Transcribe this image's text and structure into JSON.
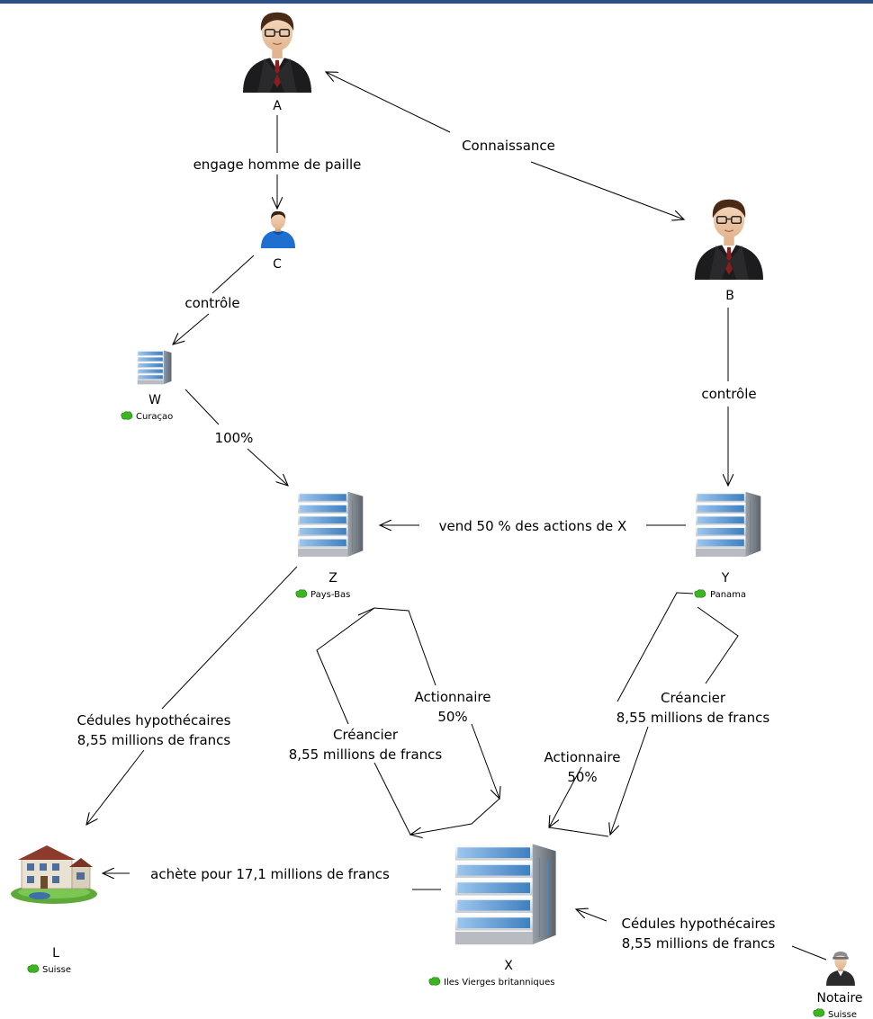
{
  "header": {
    "caption": ""
  },
  "nodes": {
    "A": {
      "label": "A",
      "type": "businessman",
      "icon": "businessman-icon"
    },
    "B": {
      "label": "B",
      "type": "businessman",
      "icon": "businessman-icon"
    },
    "C": {
      "label": "C",
      "type": "person",
      "icon": "person-icon"
    },
    "W": {
      "label": "W",
      "country": "Curaçao",
      "type": "company",
      "icon": "office-building-icon"
    },
    "Z": {
      "label": "Z",
      "country": "Pays-Bas",
      "type": "company",
      "icon": "office-building-icon"
    },
    "Y": {
      "label": "Y",
      "country": "Panama",
      "type": "company",
      "icon": "office-building-icon"
    },
    "X": {
      "label": "X",
      "country": "Iles Vierges britanniques",
      "type": "company",
      "icon": "office-building-icon"
    },
    "L": {
      "label": "L",
      "country": "Suisse",
      "type": "building",
      "icon": "house-icon"
    },
    "Notaire": {
      "label": "Notaire",
      "country": "Suisse",
      "type": "person",
      "icon": "notary-icon"
    }
  },
  "edges": {
    "a_b": "Connaissance",
    "a_c": "engage homme de paille",
    "c_w": "contrôle",
    "w_z": "100%",
    "b_y": "contrôle",
    "y_z": "vend 50 % des actions de X",
    "z_l_1": "Cédules hypothécaires",
    "z_l_2": "8,55 millions de francs",
    "z_x_creancier_1": "Créancier",
    "z_x_creancier_2": "8,55 millions de francs",
    "z_x_actionnaire_1": "Actionnaire",
    "z_x_actionnaire_2": "50%",
    "y_x_creancier_1": "Créancier",
    "y_x_creancier_2": "8,55 millions de francs",
    "y_x_actionnaire_1": "Actionnaire",
    "y_x_actionnaire_2": "50%",
    "x_l": "achète pour 17,1 millions de francs",
    "notaire_x_1": "Cédules hypothécaires",
    "notaire_x_2": "8,55 millions de francs"
  },
  "colors": {
    "header": "#2d4f86",
    "country_flag": "#3cb521",
    "building_glass": "#6fa3d8",
    "suit": "#1a1a1a",
    "tie": "#8a1d1d"
  }
}
